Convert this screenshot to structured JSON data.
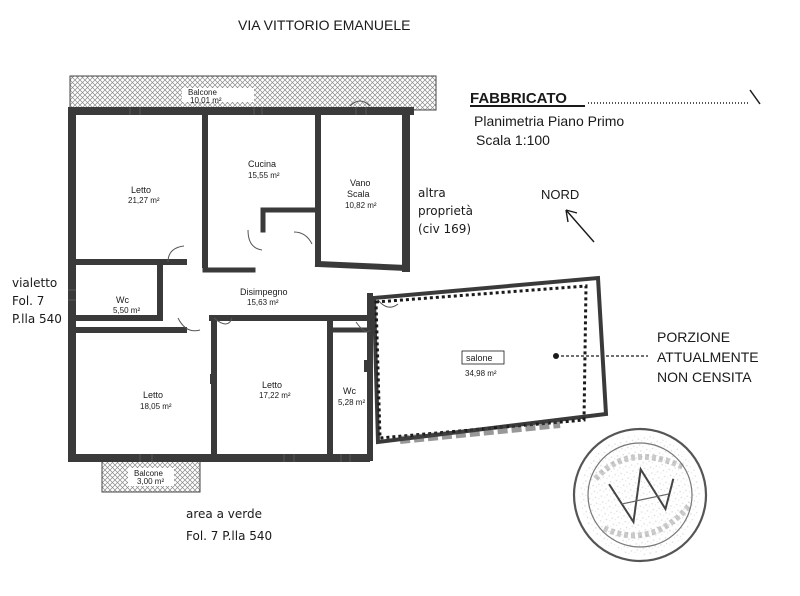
{
  "street": "VIA VITTORIO EMANUELE",
  "header": {
    "title": "FABBRICATO",
    "subtitle": "Planimetria Piano Primo",
    "scale": "Scala 1:100"
  },
  "north_label": "NORD",
  "other_property": {
    "line1": "altra",
    "line2": "proprietà",
    "line3": "(civ 169)"
  },
  "vialetto": {
    "line1": "vialetto",
    "line2": "Fol. 7",
    "line3": "P.lla 540"
  },
  "garden": {
    "line1": "area a verde",
    "line2": "Fol. 7 P.lla 540"
  },
  "porzione": {
    "line1": "PORZIONE",
    "line2": "ATTUALMENTE",
    "line3": "NON CENSITA"
  },
  "rooms": {
    "balcone_top": {
      "name": "Balcone",
      "area": "10,01 m²"
    },
    "letto_1": {
      "name": "Letto",
      "area": "21,27 m²"
    },
    "cucina": {
      "name": "Cucina",
      "area": "15,55 m²"
    },
    "vano_scala": {
      "name1": "Vano",
      "name2": "Scala",
      "area": "10,82 m²"
    },
    "wc_1": {
      "name": "Wc",
      "area": "5,50 m²"
    },
    "disimpegno": {
      "name": "Disimpegno",
      "area": "15,63 m²"
    },
    "letto_2": {
      "name": "Letto",
      "area": "18,05 m²"
    },
    "letto_3": {
      "name": "Letto",
      "area": "17,22 m²"
    },
    "wc_2": {
      "name": "Wc",
      "area": "5,28 m²"
    },
    "salone": {
      "name": "salone",
      "area": "34,98 m²"
    },
    "balcone_bottom": {
      "name": "Balcone",
      "area": "3,00 m²"
    }
  },
  "colors": {
    "ink": "#1a1a1a",
    "wall": "#3a3a3a",
    "hatch": "#7a7a7a",
    "stamp": "#555555"
  }
}
